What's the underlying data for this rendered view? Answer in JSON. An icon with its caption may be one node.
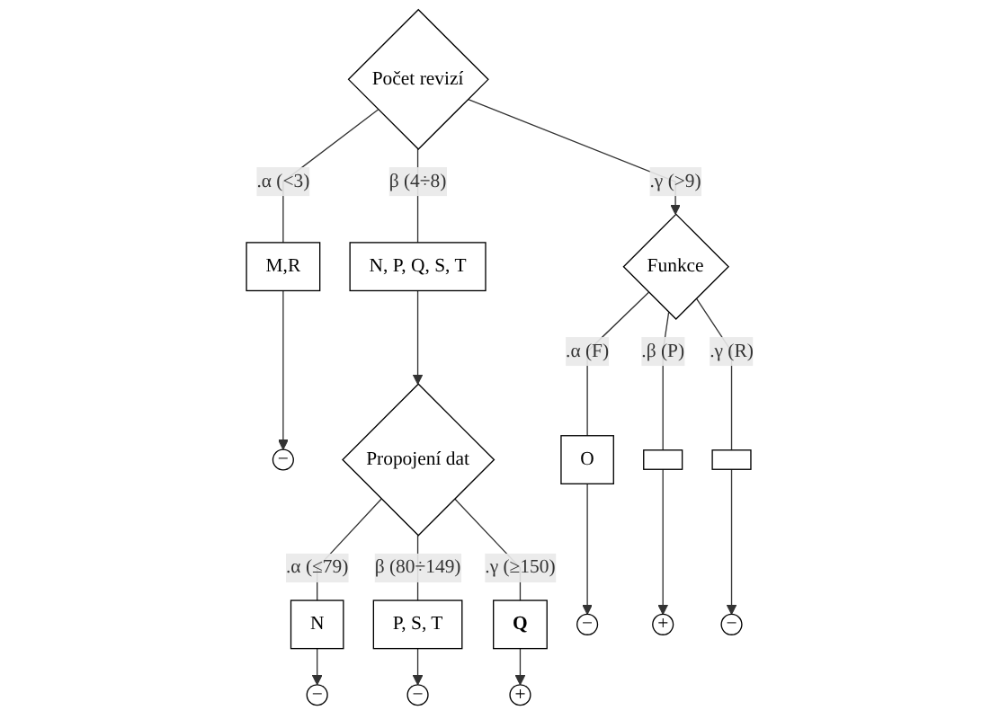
{
  "diagram": {
    "nodes": [
      {
        "text": [
          "Počet revizí"
        ]
      },
      {
        "text": [
          "M,R"
        ]
      },
      {
        "text": [
          "N, P, Q, S, T"
        ]
      },
      {
        "text": [
          "Funkce"
        ]
      },
      {
        "text": [
          "−"
        ]
      },
      {
        "text": [
          "Propojení dat"
        ]
      },
      {
        "text": [
          "N"
        ]
      },
      {
        "text": [
          "Q"
        ]
      },
      {
        "text": [
          "O"
        ]
      },
      {
        "text": [],
        "shape": "box"
      },
      {
        "text": [],
        "shape": "box"
      },
      {
        "text": [
          "P, S, T"
        ]
      },
      {
        "text": [
          "−"
        ]
      },
      {
        "text": [
          "−"
        ]
      },
      {
        "text": [
          "+"
        ]
      },
      {
        "text": [
          "−"
        ]
      },
      {
        "text": [
          "+"
        ]
      },
      {
        "text": [
          "−"
        ]
      }
    ],
    "edges": [
      {
        "from": 0,
        "to": 1,
        "arrow": "none",
        "label": ".α (<3)"
      },
      {
        "from": 0,
        "to": 2,
        "arrow": "none",
        "label": "β (4÷8)"
      },
      {
        "from": 0,
        "to": 3,
        "arrow": "to",
        "label": ".γ (>9)"
      },
      {
        "from": 1,
        "to": 4,
        "arrow": "to"
      },
      {
        "from": 2,
        "to": 5,
        "arrow": "to"
      },
      {
        "from": 5,
        "to": 6,
        "arrow": "none",
        "label": ".α (≤79)"
      },
      {
        "from": 5,
        "to": 11,
        "arrow": "none",
        "label": "β (80÷149)"
      },
      {
        "from": 5,
        "to": 7,
        "arrow": "none",
        "label": ".γ (≥150)"
      },
      {
        "from": 3,
        "to": 8,
        "arrow": "none",
        "label": ".α (F)"
      },
      {
        "from": 3,
        "to": 9,
        "arrow": "none",
        "label": ".β (P)"
      },
      {
        "from": 3,
        "to": 10,
        "arrow": "none",
        "label": ".γ (R)"
      },
      {
        "from": 6,
        "to": 12,
        "arrow": "to"
      },
      {
        "from": 11,
        "to": 13,
        "arrow": "to"
      },
      {
        "from": 7,
        "to": 14,
        "arrow": "to"
      },
      {
        "from": 8,
        "to": 15,
        "arrow": "to"
      },
      {
        "from": 9,
        "to": 16,
        "arrow": "to"
      },
      {
        "from": 10,
        "to": 17,
        "arrow": "to"
      }
    ]
  }
}
